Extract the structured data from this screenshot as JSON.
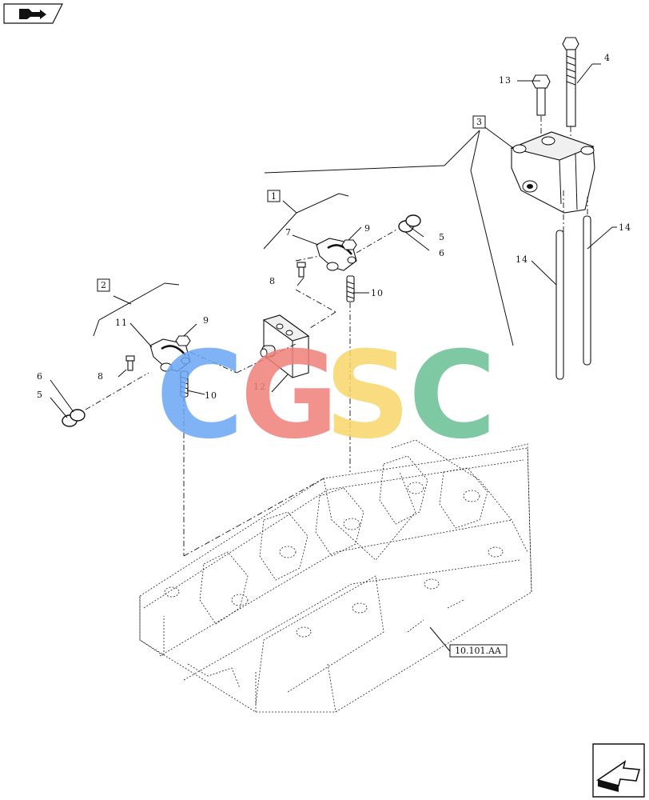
{
  "header": {
    "icon": "book-arrow-icon"
  },
  "footer": {
    "icon": "next-page-arrow-icon"
  },
  "watermark": {
    "letters": [
      "C",
      "G",
      "S",
      "C"
    ],
    "colors": [
      "#6aa6f5",
      "#f07f7a",
      "#f9d76a",
      "#69bf95"
    ]
  },
  "groups": {
    "g1": "1",
    "g2": "2",
    "g3": "3"
  },
  "reference": {
    "label": "10.101.AA"
  },
  "callouts": {
    "c4": "4",
    "c13": "13",
    "c14a": "14",
    "c14b": "14",
    "c5a": "5",
    "c6a": "6",
    "c9a": "9",
    "c7": "7",
    "c8a": "8",
    "c10a": "10",
    "c11": "11",
    "c9b": "9",
    "c8b": "8",
    "c10b": "10",
    "c12": "12",
    "c6b": "6",
    "c5b": "5"
  }
}
